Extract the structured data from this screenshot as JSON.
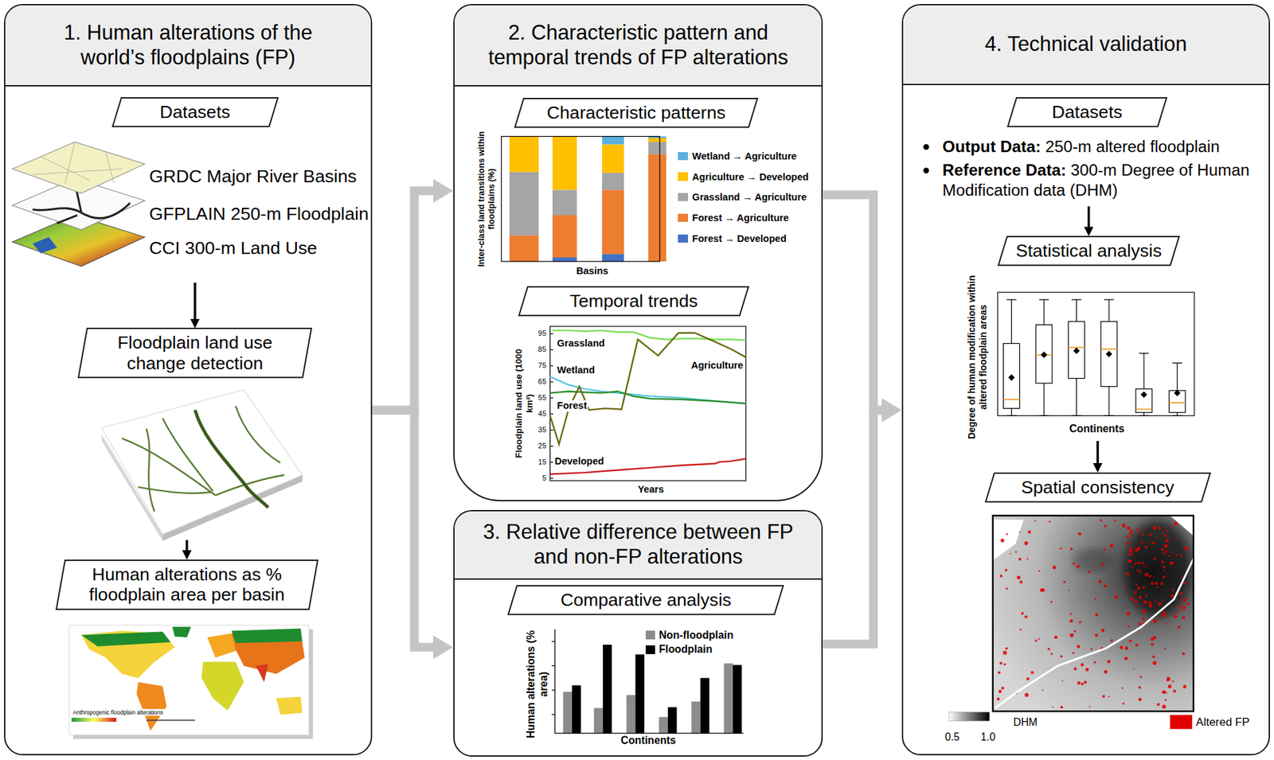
{
  "diagram": {
    "nodes": [
      {
        "text": [
          "1. Human alterations of the world’s floodplains (FP)"
        ]
      },
      {
        "text": [
          "Datasets"
        ],
        "in": 0
      },
      {
        "text": [
          "Floodplain land use change detection"
        ],
        "in": 0
      },
      {
        "text": [
          "Human alterations as % floodplain area per basin"
        ],
        "in": 0
      },
      {
        "text": [
          "2. Characteristic pattern and temporal trends of FP alterations"
        ]
      },
      {
        "text": [
          "Characteristic patterns"
        ],
        "in": 4
      },
      {
        "text": [
          "Temporal trends"
        ],
        "in": 4
      },
      {
        "text": [
          "3. Relative difference between FP and non-FP alterations"
        ]
      },
      {
        "text": [
          "Comparative analysis"
        ],
        "in": 7
      },
      {
        "text": [
          "4. Technical validation"
        ]
      },
      {
        "text": [
          "Datasets"
        ],
        "in": 9
      },
      {
        "text": [
          "Statistical analysis"
        ],
        "in": 9
      },
      {
        "text": [
          "Spatial consistency"
        ],
        "in": 9
      }
    ],
    "edges": [
      {
        "from": 1,
        "to": 2,
        "arrow": "to"
      },
      {
        "from": 2,
        "to": 3,
        "arrow": "to"
      },
      {
        "from": 0,
        "to": 4,
        "arrow": "to"
      },
      {
        "from": 0,
        "to": 7,
        "arrow": "to"
      },
      {
        "from": 4,
        "to": 9,
        "arrow": "to"
      },
      {
        "from": 7,
        "to": 9,
        "arrow": "to"
      },
      {
        "from": 10,
        "to": 11,
        "arrow": "to"
      },
      {
        "from": 11,
        "to": 12,
        "arrow": "to"
      }
    ],
    "labels": [
      "GRDC Major River Basins",
      "GFPLAIN 250-m Floodplain",
      "CCI 300-m Land Use",
      "Anthropogenic floodplain alterations",
      "Inter-class land transitions within floodplains (%)",
      "Basins",
      "Floodplain land use (1000 km²)",
      "Years",
      "95",
      "85",
      "75",
      "65",
      "55",
      "45",
      "35",
      "25",
      "15",
      "5",
      "Grassland",
      "Wetland",
      "Agriculture",
      "Forest",
      "Developed",
      "Human alterations (% area)",
      "Continents",
      "Output Data:",
      "250-m altered floodplain",
      "Reference Data:",
      "300-m Degree of Human Modification data (DHM)",
      "Degree of human modification within altered floodplain areas",
      "Continents",
      "0.5",
      "1.0",
      "DHM"
    ],
    "legend": [
      {
        "text": "Wetland → Agriculture",
        "color": "#5bb0e0"
      },
      {
        "text": "Agriculture → Developed",
        "color": "#ffc000"
      },
      {
        "text": "Grassland → Agriculture",
        "color": "#a5a5a5"
      },
      {
        "text": "Forest → Agriculture",
        "color": "#ed7d31"
      },
      {
        "text": "Forest → Developed",
        "color": "#4472c4"
      },
      {
        "text": "Non-floodplain",
        "color": "#8c8c8c"
      },
      {
        "text": "Floodplain",
        "color": "#000000"
      },
      {
        "text": "Altered FP",
        "color": "#e00000"
      }
    ]
  }
}
